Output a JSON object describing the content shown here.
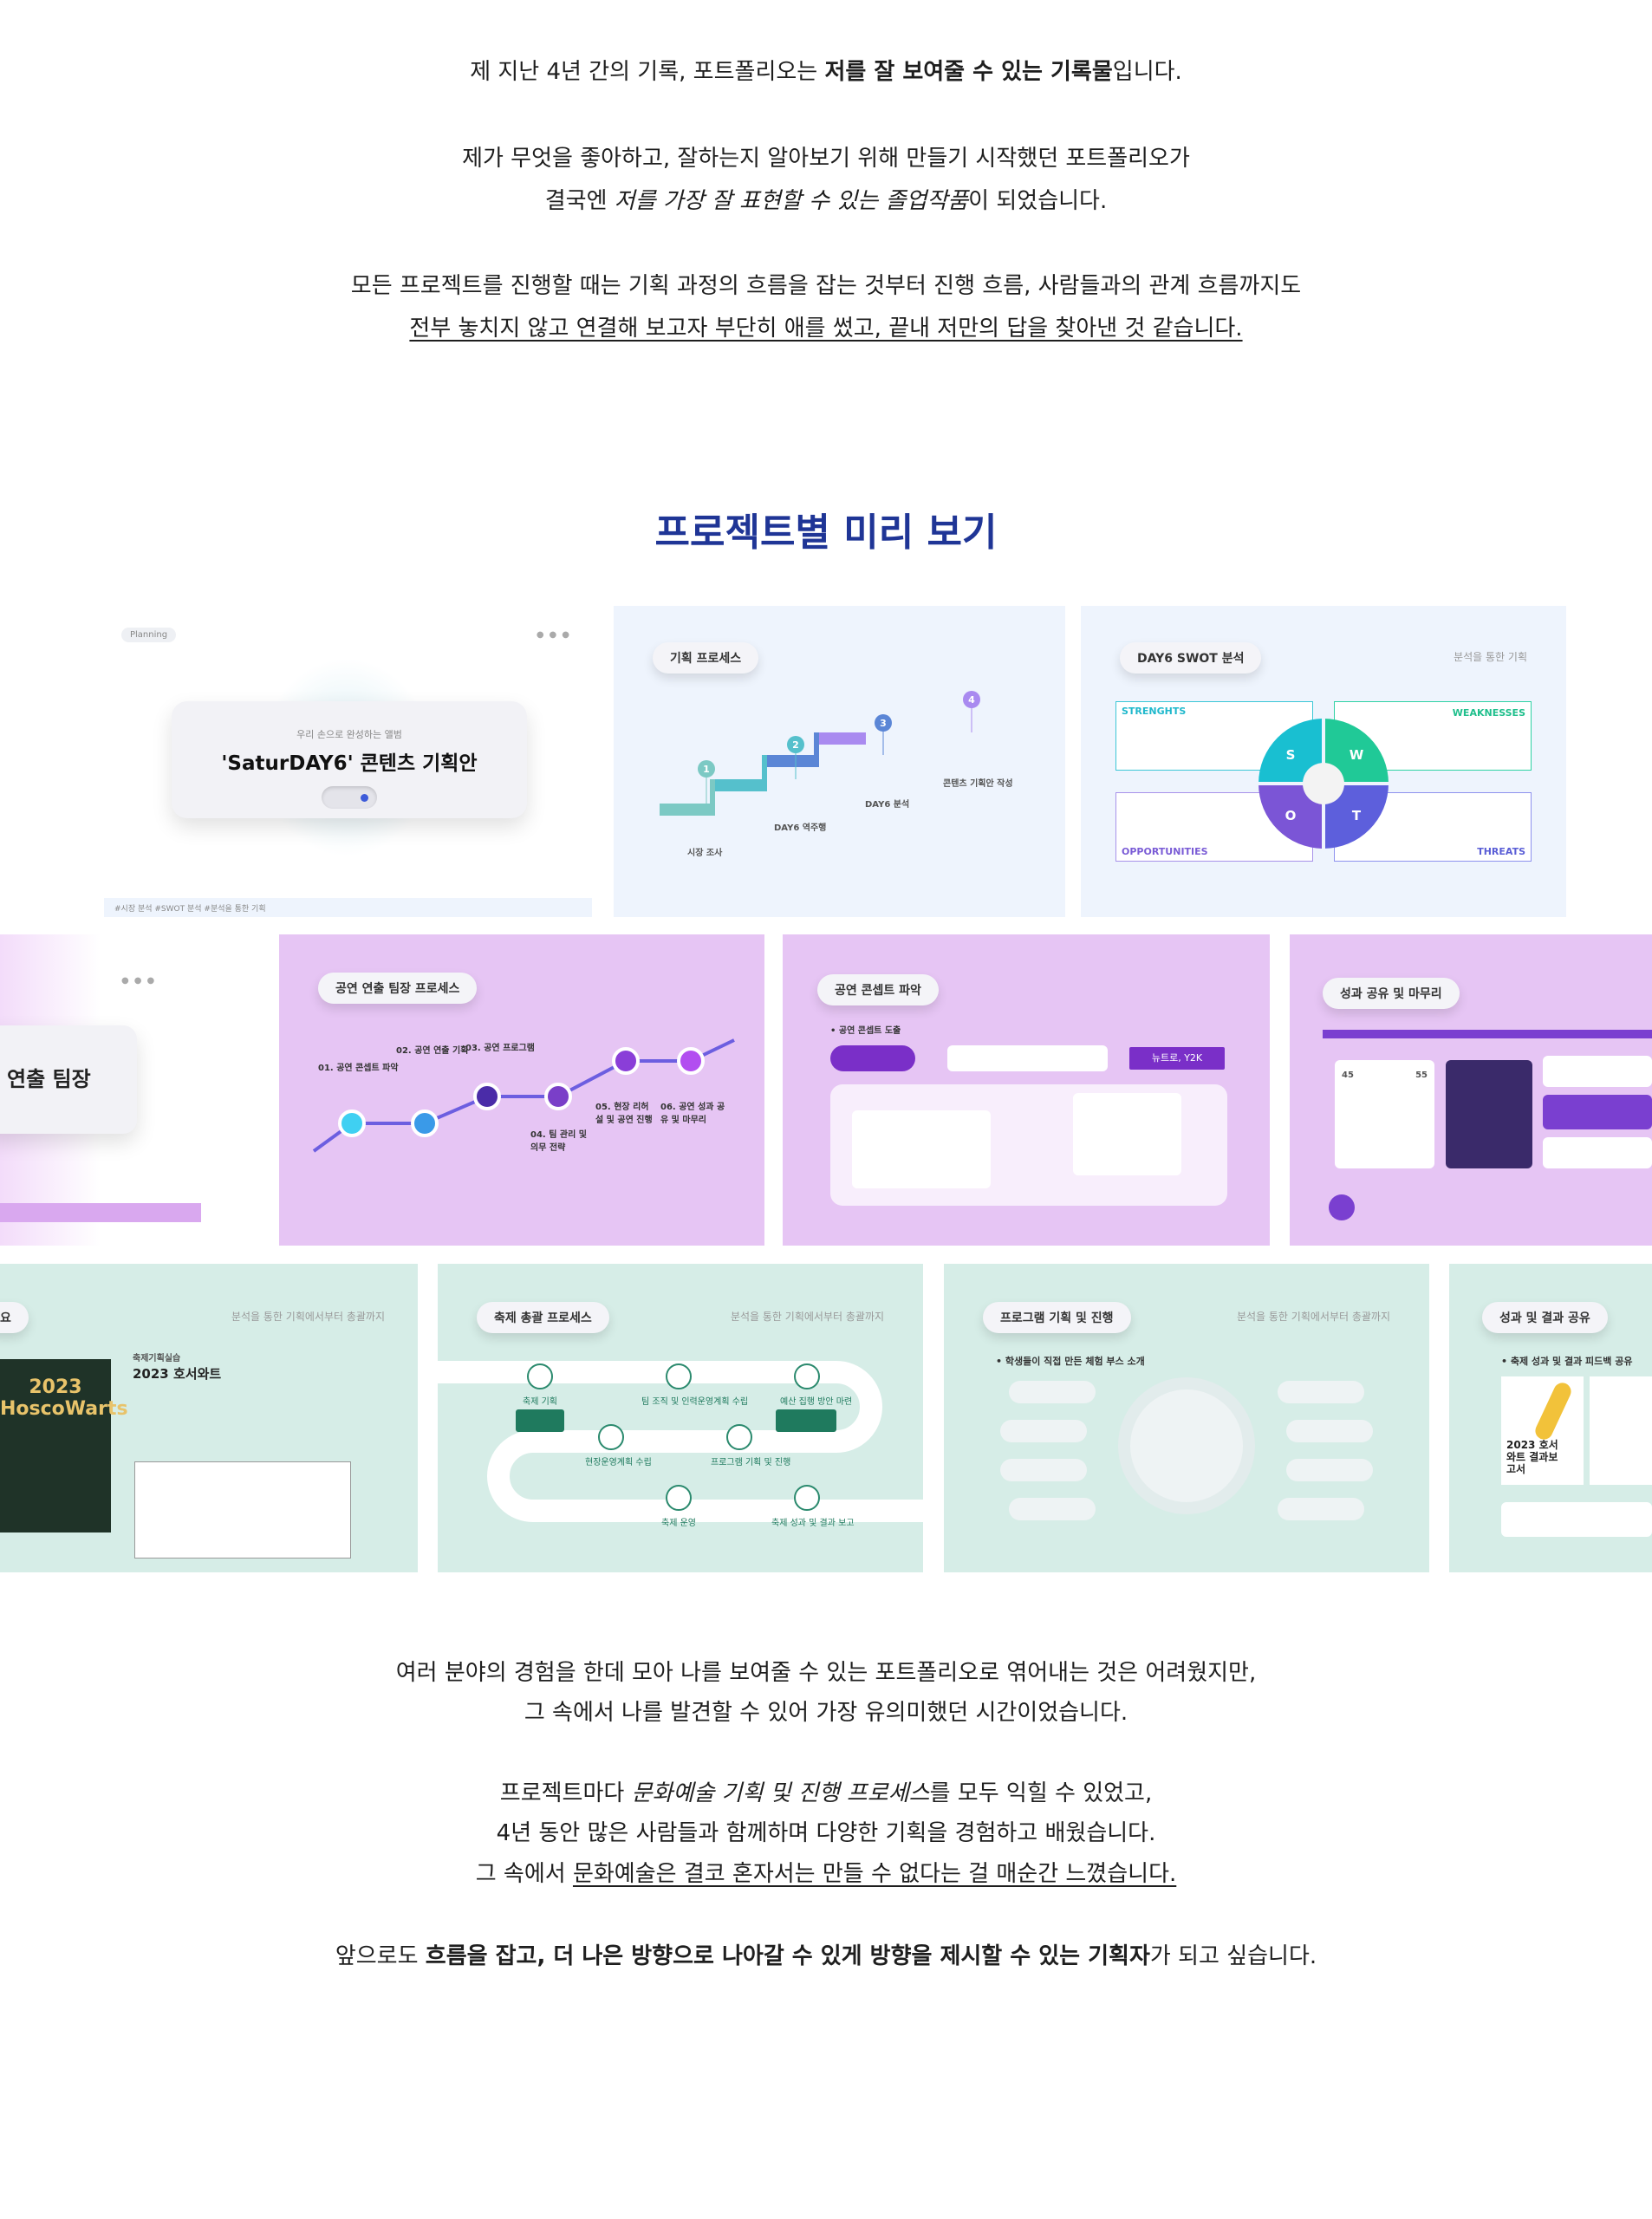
{
  "intro": {
    "line1_pre": "제 지난 4년 간의 기록, 포트폴리오는 ",
    "line1_bold": "저를 잘 보여줄 수 있는 기록물",
    "line1_post": "입니다.",
    "line2": "제가 무엇을 좋아하고, 잘하는지 알아보기 위해 만들기 시작했던 포트폴리오가",
    "line3_pre": "결국엔 ",
    "line3_italic": "저를 가장 잘 표현할 수 있는 졸업작품",
    "line3_post": "이 되었습니다.",
    "line4": "모든 프로젝트를 진행할 때는 기획 과정의 흐름을 잡는 것부터 진행 흐름, 사람들과의 관계 흐름까지도",
    "line5_underline": "전부 놓치지 않고 연결해 보고자 부단히 애를 썼고, 끝내 저만의 답을 찾아낸 것 같습니다."
  },
  "section_title": "프로젝트별 미리 보기",
  "row1": {
    "cover": {
      "tag": "Planning",
      "subtitle": "우리 손으로 완성하는 앨범",
      "title": "'SaturDAY6' 콘텐츠 기획안",
      "hashtags": "#시장 분석 #SWOT 분석 #분석을 통한 기획"
    },
    "process": {
      "title": "기획 프로세스",
      "steps": [
        {
          "num": "1",
          "label": "시장 조사"
        },
        {
          "num": "2",
          "label": "DAY6 역주행"
        },
        {
          "num": "3",
          "label": "DAY6 분석"
        },
        {
          "num": "4",
          "label": "콘텐츠 기획안 작성"
        }
      ]
    },
    "swot": {
      "title": "DAY6 SWOT 분석",
      "subtitle": "분석을 통한 기획",
      "strengths": "STRENGHTS",
      "weaknesses": "WEAKNESSES",
      "opportunities": "OPPORTUNITIES",
      "threats": "THREATS",
      "letters": [
        "S",
        "W",
        "O",
        "T"
      ]
    }
  },
  "row2": {
    "cover": {
      "title": "연출 팀장"
    },
    "process": {
      "title": "공연 연출 팀장 프로세스",
      "steps": [
        "01. 공연 콘셉트 파악",
        "02. 공연 연출 기획",
        "03. 공연 프로그램",
        "04. 팀 관리 및 의무 전략",
        "05. 현장 리허설 및 공연 진행",
        "06. 공연 성과 공유 및 마무리"
      ]
    },
    "concept": {
      "title": "공연 콘셉트 파악",
      "bullet": "공연 콘셉트 도출",
      "answer": "뉴트로, Y2K"
    },
    "result": {
      "title": "성과 공유 및 마무리",
      "num_left": "45",
      "num_right": "55"
    }
  },
  "row3": {
    "overview": {
      "title": "요",
      "subtitle": "분석을 통한 기획에서부터 총괄까지",
      "category": "축제기획실습",
      "name": "2023 호서와트",
      "poster": "2023 HoscoWarts"
    },
    "process": {
      "title": "축제 총괄 프로세스",
      "subtitle": "분석을 통한 기획에서부터 총괄까지",
      "steps": [
        "축제 기획",
        "팀 조직 및 인력운영계획 수립",
        "예산 집행 방안 마련",
        "현장운영계획 수립",
        "프로그램 기획 및 진행",
        "축제 운영",
        "축제 성과 및 결과 보고"
      ]
    },
    "program": {
      "title": "프로그램 기획 및 진행",
      "subtitle": "분석을 통한 기획에서부터 총괄까지",
      "bullet": "학생들이 직접 만든 체험 부스 소개"
    },
    "result": {
      "title": "성과 및 결과 공유",
      "bullet": "축제 성과 및 결과 피드백 공유",
      "report": "2023 호서와트 결과보고서"
    }
  },
  "outro": {
    "line1": "여러 분야의 경험을 한데 모아 나를 보여줄 수 있는 포트폴리오로 엮어내는 것은 어려웠지만,",
    "line2": "그 속에서 나를 발견할 수 있어 가장 유의미했던 시간이었습니다.",
    "line3_pre": "프로젝트마다 ",
    "line3_italic": "문화예술 기획 및 진행 프로세스",
    "line3_post": "를 모두 익힐 수 있었고,",
    "line4": "4년 동안 많은 사람들과 함께하며 다양한 기획을 경험하고 배웠습니다.",
    "line5_pre": "그 속에서 ",
    "line5_underline": "문화예술은 결코 혼자서는 만들 수 없다는 걸 매순간 느꼈습니다.",
    "line6_pre": "앞으로도 ",
    "line6_bold": "흐름을 잡고, 더 나은 방향으로 나아갈 수 있게 방향을 제시할 수 있는 기획자",
    "line6_post": "가 되고 싶습니다."
  },
  "colors": {
    "title": "#1f3596",
    "blue_bg": "#eef4fd",
    "purple_bg": "#e6c5f4",
    "mint_bg": "#d6ede7"
  }
}
